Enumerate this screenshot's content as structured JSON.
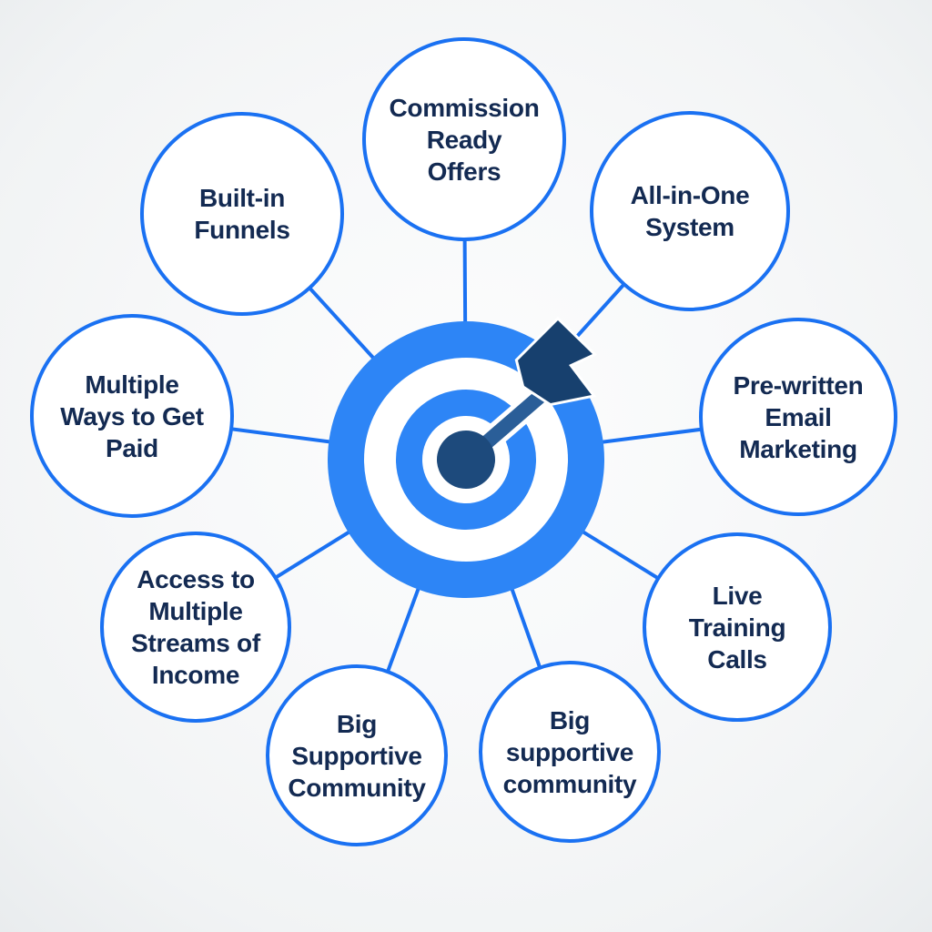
{
  "diagram": {
    "title": "Affiliate system benefits mind map",
    "center_icon": "bullseye-target-with-dart",
    "nodes": [
      {
        "id": "commission-ready-offers",
        "label": "Commission\nReady\nOffers"
      },
      {
        "id": "all-in-one-system",
        "label": "All-in-One\nSystem"
      },
      {
        "id": "pre-written-email-marketing",
        "label": "Pre-written\nEmail\nMarketing"
      },
      {
        "id": "live-training-calls",
        "label": "Live\nTraining\nCalls"
      },
      {
        "id": "big-supportive-community-lower",
        "label": "Big\nsupportive\ncommunity"
      },
      {
        "id": "big-supportive-community",
        "label": "Big\nSupportive\nCommunity"
      },
      {
        "id": "access-to-multiple-streams-of-income",
        "label": "Access to\nMultiple\nStreams of\nIncome"
      },
      {
        "id": "multiple-ways-to-get-paid",
        "label": "Multiple\nWays to Get\nPaid"
      },
      {
        "id": "built-in-funnels",
        "label": "Built-in\nFunnels"
      }
    ]
  },
  "colors": {
    "accent_blue": "#1a71f2",
    "target_ring_blue": "#2d85f6",
    "bullseye_navy": "#1d4a7c",
    "dart_fletch_navy": "#17406e",
    "dart_shaft_blue": "#2a5e98",
    "text_navy": "#132a52",
    "node_fill": "#ffffff",
    "background": "#f3f5f6"
  }
}
